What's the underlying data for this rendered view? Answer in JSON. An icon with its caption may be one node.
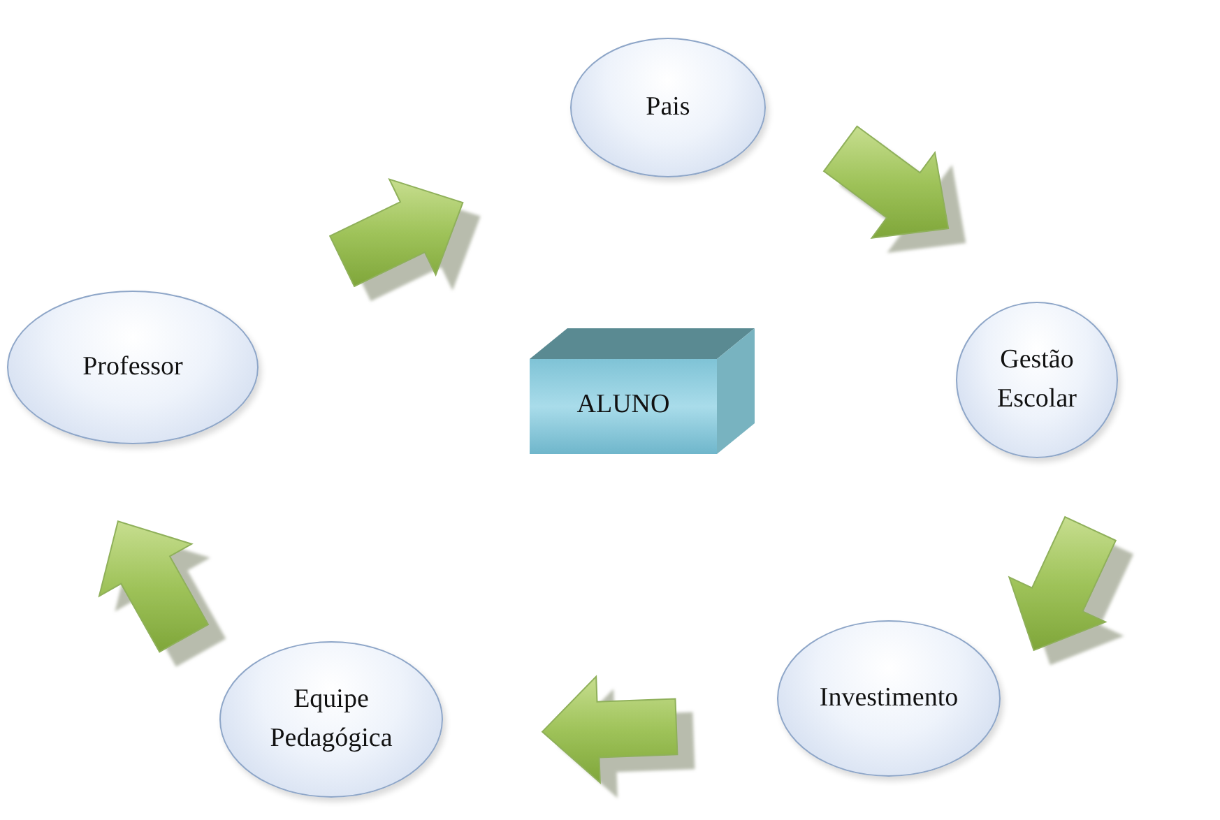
{
  "diagram": {
    "nodes": [
      {
        "text": [
          "Pais"
        ]
      },
      {
        "text": [
          "Gestão Escolar"
        ]
      },
      {
        "text": [
          "Investimento"
        ]
      },
      {
        "text": [
          "Equipe Pedagógica"
        ]
      },
      {
        "text": [
          "Professor"
        ]
      },
      {
        "text": [
          "ALUNO"
        ]
      }
    ],
    "edges": [
      {
        "from": 4,
        "to": 0,
        "arrow": "to"
      },
      {
        "from": 0,
        "to": 1,
        "arrow": "to"
      },
      {
        "from": 1,
        "to": 2,
        "arrow": "to"
      },
      {
        "from": 2,
        "to": 3,
        "arrow": "to"
      },
      {
        "from": 3,
        "to": 4,
        "arrow": "to"
      }
    ]
  }
}
